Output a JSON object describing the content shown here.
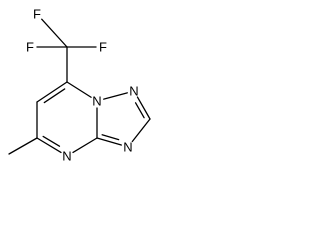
{
  "molecule": {
    "atoms": [
      {
        "id": "f1",
        "element": "F",
        "label": "F"
      },
      {
        "id": "f2",
        "element": "F",
        "label": "F"
      },
      {
        "id": "f3",
        "element": "F",
        "label": "F"
      },
      {
        "id": "c_cf3",
        "element": "C",
        "label": ""
      },
      {
        "id": "c7",
        "element": "C",
        "label": ""
      },
      {
        "id": "c6",
        "element": "C",
        "label": ""
      },
      {
        "id": "c5",
        "element": "C",
        "label": ""
      },
      {
        "id": "c_methyl",
        "element": "C",
        "label": ""
      },
      {
        "id": "n4",
        "element": "N",
        "label": "N"
      },
      {
        "id": "c3a",
        "element": "C",
        "label": ""
      },
      {
        "id": "n3",
        "element": "N",
        "label": "N"
      },
      {
        "id": "c2",
        "element": "C",
        "label": ""
      },
      {
        "id": "n1",
        "element": "N",
        "label": "N"
      },
      {
        "id": "n8",
        "element": "N",
        "label": "N"
      }
    ],
    "bonds": [
      {
        "from": "f1",
        "to": "c_cf3",
        "order": 1
      },
      {
        "from": "f2",
        "to": "c_cf3",
        "order": 1
      },
      {
        "from": "f3",
        "to": "c_cf3",
        "order": 1
      },
      {
        "from": "c_cf3",
        "to": "c7",
        "order": 1
      },
      {
        "from": "c7",
        "to": "c6",
        "order": 2
      },
      {
        "from": "c6",
        "to": "c5",
        "order": 1
      },
      {
        "from": "c5",
        "to": "c_methyl",
        "order": 1
      },
      {
        "from": "c5",
        "to": "n4",
        "order": 2
      },
      {
        "from": "n4",
        "to": "c3a",
        "order": 1
      },
      {
        "from": "c3a",
        "to": "n3",
        "order": 2
      },
      {
        "from": "n3",
        "to": "c2",
        "order": 1
      },
      {
        "from": "c2",
        "to": "n1",
        "order": 2
      },
      {
        "from": "n1",
        "to": "n8",
        "order": 1
      },
      {
        "from": "n8",
        "to": "c7",
        "order": 1
      },
      {
        "from": "n8",
        "to": "c3a",
        "order": 1
      }
    ]
  }
}
